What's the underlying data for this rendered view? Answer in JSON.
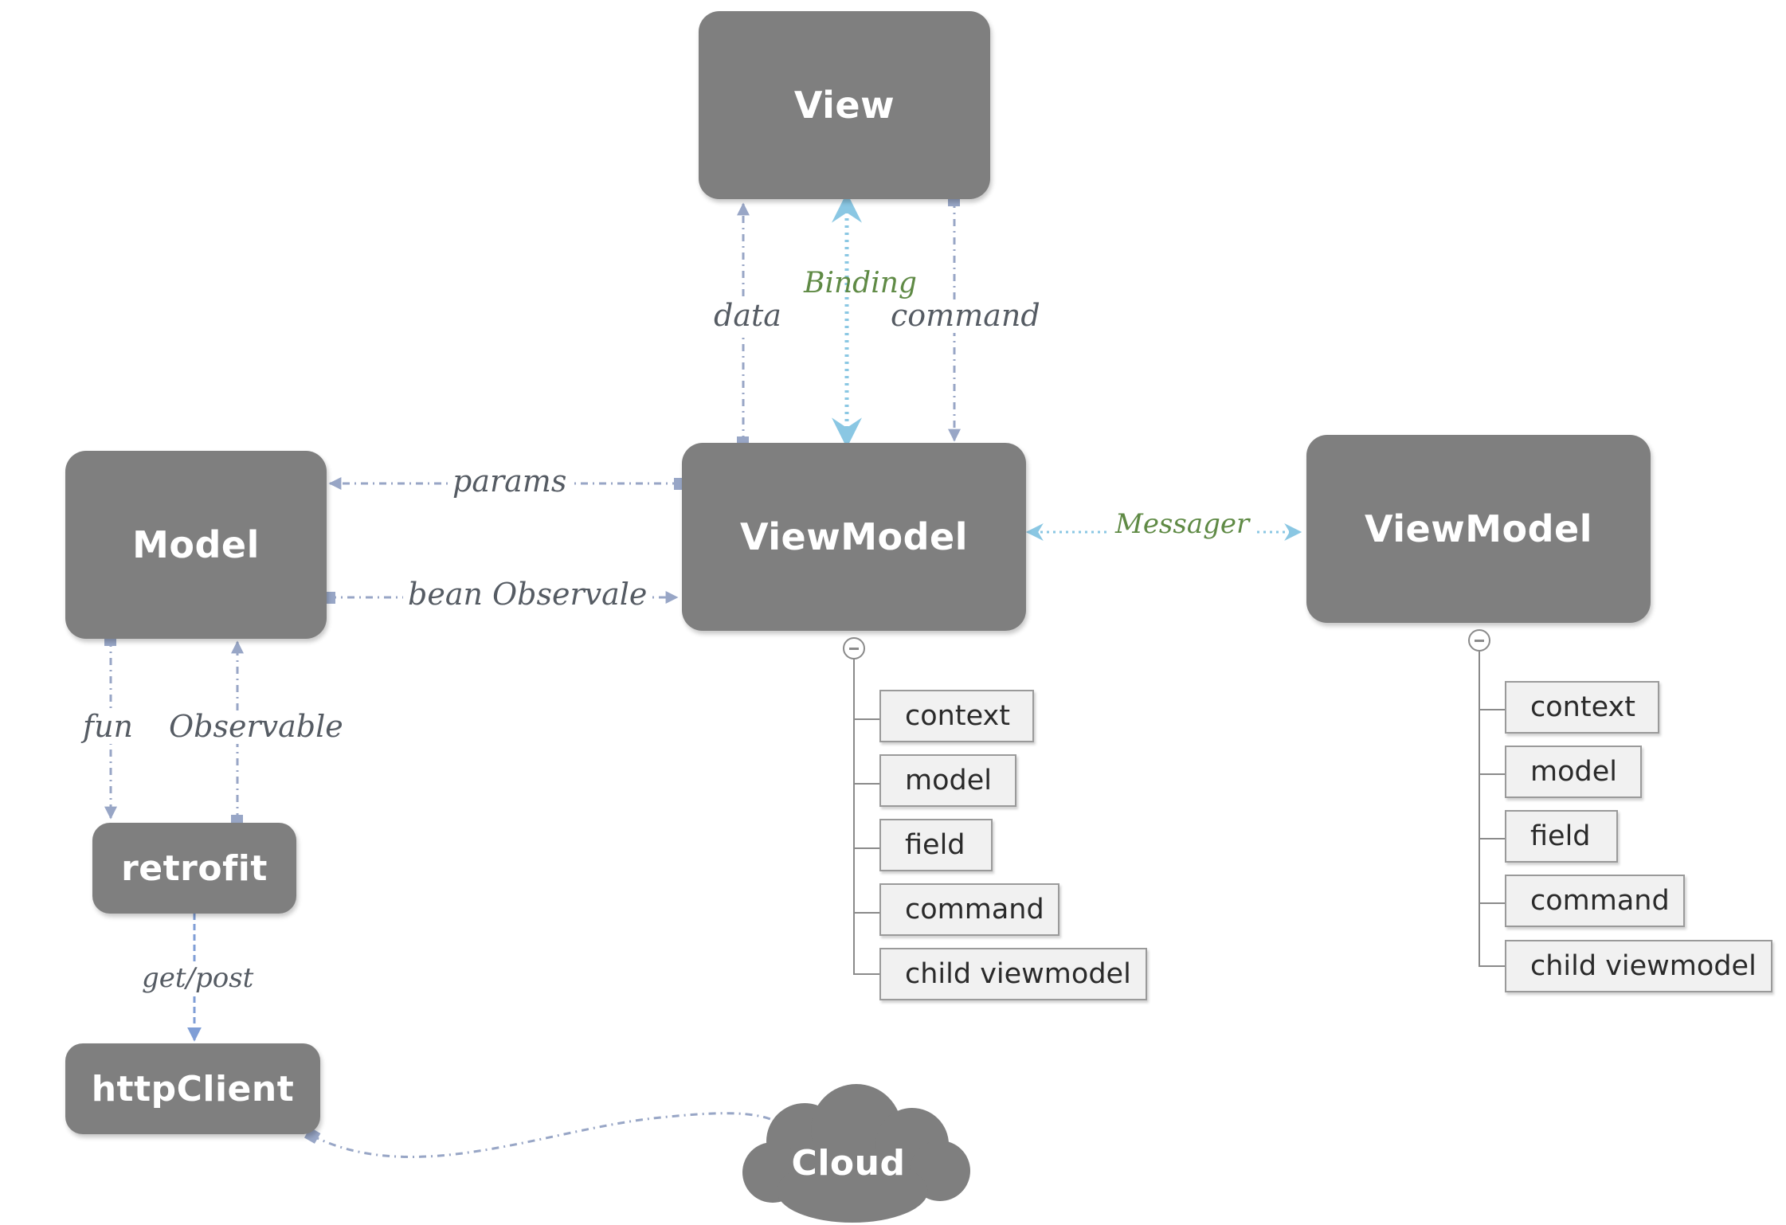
{
  "nodes": {
    "view": "View",
    "viewmodel_main": "ViewModel",
    "viewmodel_peer": "ViewModel",
    "model": "Model",
    "retrofit": "retrofit",
    "http_client": "httpClient",
    "cloud": "Cloud"
  },
  "edges": {
    "data": "data",
    "binding": "Binding",
    "command": "command",
    "params": "params",
    "bean_observable": "bean Observale",
    "messager": "Messager",
    "fun": "fun",
    "observable": "Observable",
    "get_post": "get/post"
  },
  "viewmodel_main_fields": [
    "context",
    "model",
    "field",
    "command",
    "child viewmodel"
  ],
  "viewmodel_peer_fields": [
    "context",
    "model",
    "field",
    "command",
    "child viewmodel"
  ],
  "colors": {
    "node_fill": "#7f7f7f",
    "edge_gray_blue": "#98a6c6",
    "binding_arrow": "#8ac7e3",
    "green_label": "#5f8a45",
    "field_fill": "#f1f1f1"
  }
}
